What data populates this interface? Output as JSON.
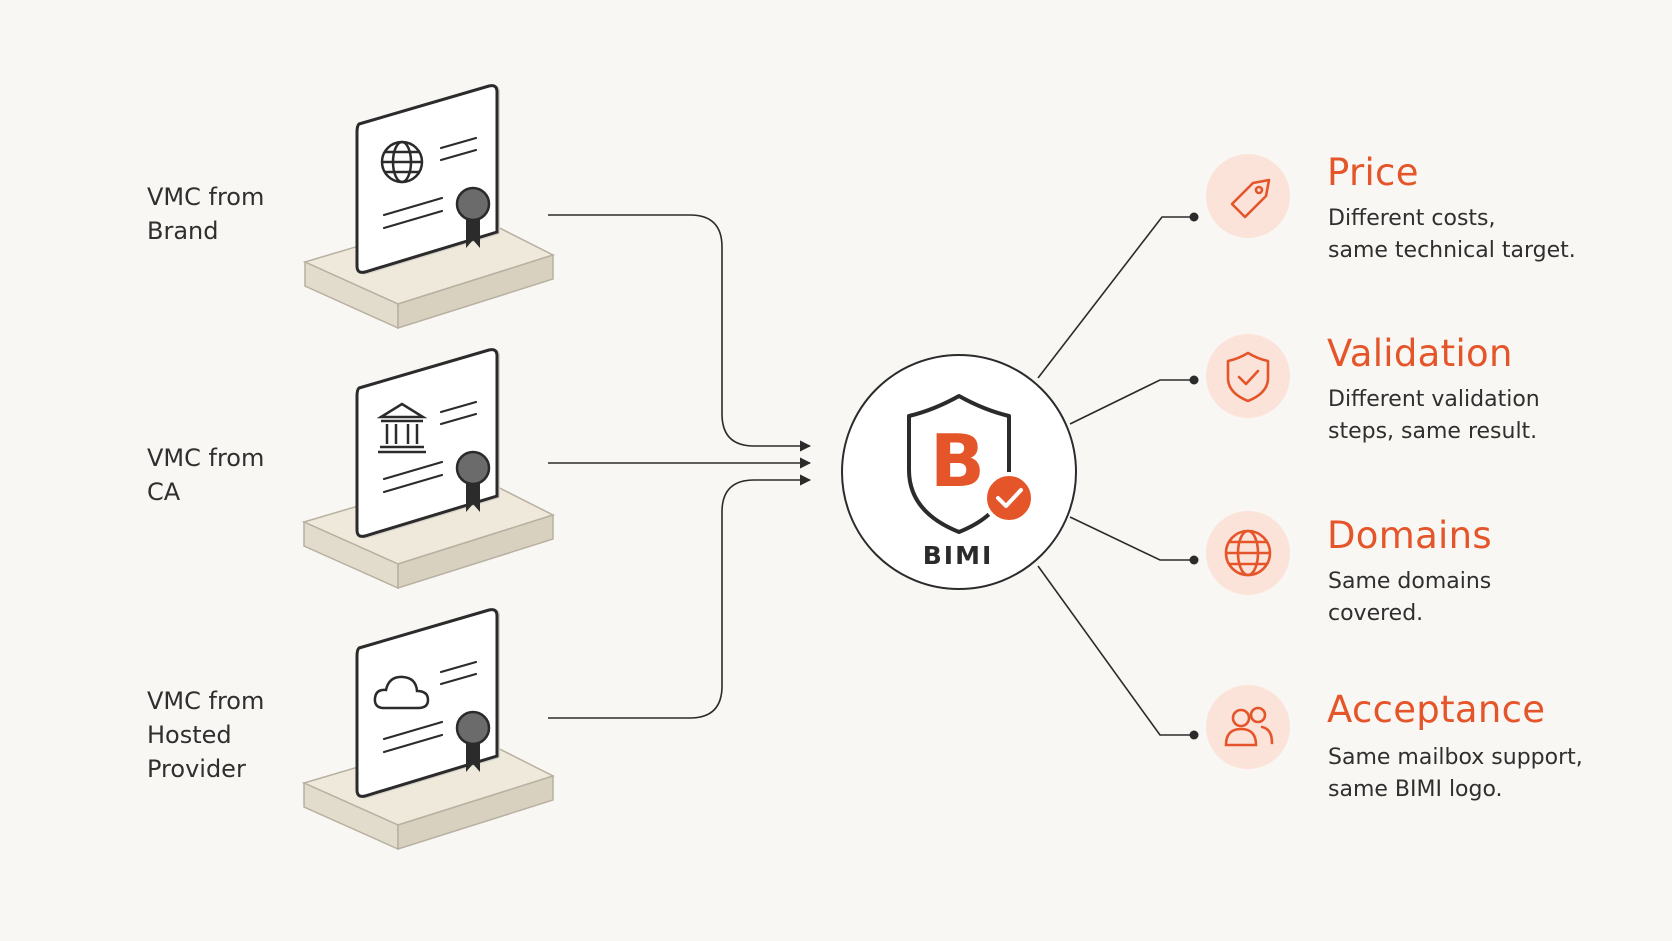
{
  "sources": [
    {
      "label": "VMC from\nBrand",
      "icon": "globe-icon"
    },
    {
      "label": "VMC from\nCA",
      "icon": "bank-icon"
    },
    {
      "label": "VMC from\nHosted\nProvider",
      "icon": "cloud-icon"
    }
  ],
  "hub": {
    "label": "BIMI",
    "letter": "B",
    "icon": "shield-check-icon"
  },
  "benefits": [
    {
      "title": "Price",
      "description": "Different costs,\nsame technical target.",
      "icon": "price-tag-icon"
    },
    {
      "title": "Validation",
      "description": "Different validation\nsteps, same result.",
      "icon": "shield-check-icon"
    },
    {
      "title": "Domains",
      "description": "Same domains\ncovered.",
      "icon": "globe-icon"
    },
    {
      "title": "Acceptance",
      "description": "Same mailbox support,\nsame BIMI logo.",
      "icon": "users-icon"
    }
  ],
  "colors": {
    "accent": "#e5552a",
    "accent_light": "#fbe3da",
    "ink": "#2b2b2b",
    "background": "#f9f7f3"
  }
}
